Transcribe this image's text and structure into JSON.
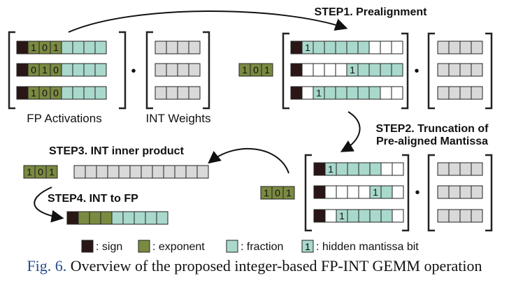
{
  "colors": {
    "sign": "#2b1616",
    "exponent": "#7a8a41",
    "fraction": "#a9d9cc",
    "weight": "#d9d9d9",
    "empty": "#ffffff",
    "stroke": "#222222"
  },
  "labels": {
    "fp_activations": "FP Activations",
    "int_weights": "INT Weights",
    "step1": "STEP1. Prealignment",
    "step2_line1": "STEP2. Truncation of",
    "step2_line2": "Pre-aligned Mantissa",
    "step3": "STEP3. INT inner product",
    "step4": "STEP4. INT to FP",
    "dot": "•"
  },
  "fp_activation_rows": [
    {
      "exponent": [
        "1",
        "0",
        "1"
      ]
    },
    {
      "exponent": [
        "0",
        "1",
        "0"
      ]
    },
    {
      "exponent": [
        "1",
        "0",
        "0"
      ]
    }
  ],
  "shared_exponent": [
    "1",
    "0",
    "1"
  ],
  "hidden_bit": "1",
  "prealigned_rows": [
    {
      "hidden_bit_index": 0,
      "fraction_cells": 6
    },
    {
      "hidden_bit_index": 4,
      "fraction_cells": 5
    },
    {
      "hidden_bit_index": 1,
      "fraction_cells": 6
    }
  ],
  "truncated_rows": [
    {
      "hidden_bit_index": 0,
      "fraction_cells": 5
    },
    {
      "hidden_bit_index": 4,
      "fraction_cells": 2
    },
    {
      "hidden_bit_index": 1,
      "fraction_cells": 5
    }
  ],
  "legend": [
    {
      "key": "sign",
      "text": ": sign"
    },
    {
      "key": "exponent",
      "text": ": exponent"
    },
    {
      "key": "fraction",
      "text": ": fraction"
    },
    {
      "key": "hidden",
      "text": ": hidden mantissa bit",
      "glyph": "1"
    }
  ],
  "caption": {
    "fig_num": "Fig. 6.",
    "text": "Overview of the proposed integer-based FP-INT GEMM operation"
  }
}
